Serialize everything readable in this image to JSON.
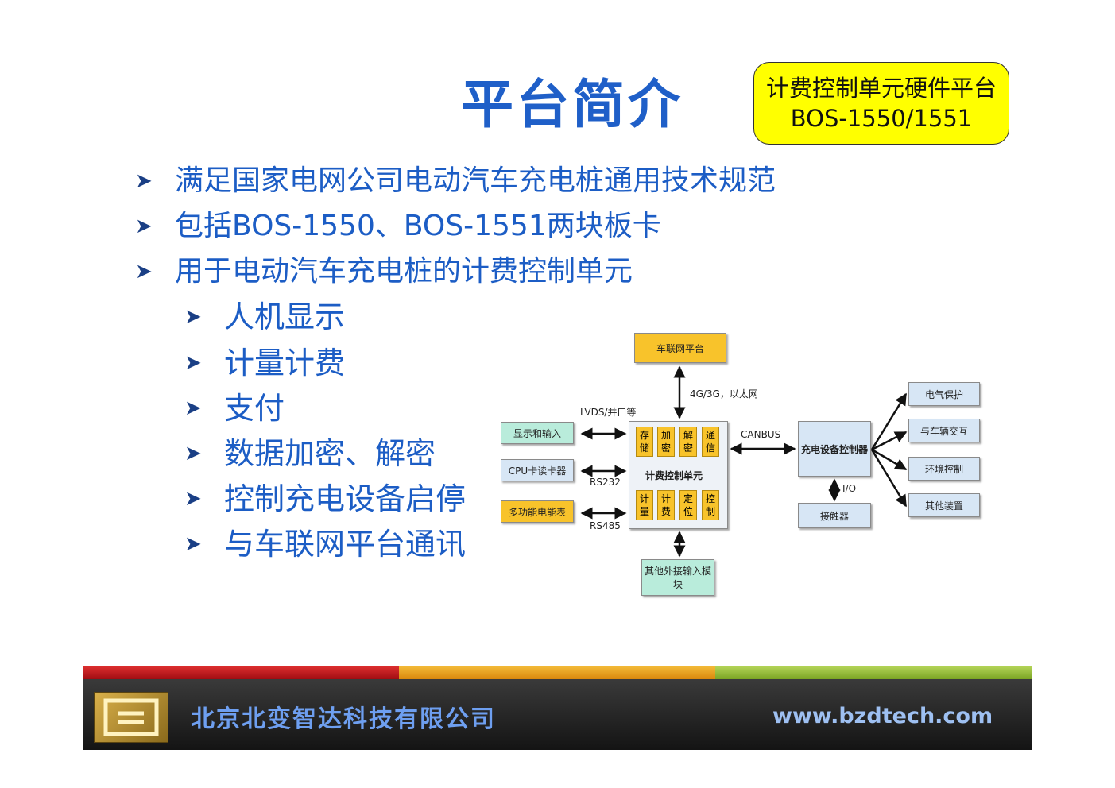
{
  "title": "平台简介",
  "badge": {
    "line1": "计费控制单元硬件平台",
    "line2": "BOS-1550/1551"
  },
  "bullets": [
    "满足国家电网公司电动汽车充电桩通用技术规范",
    "包括BOS-1550、BOS-1551两块板卡",
    "用于电动汽车充电桩的计费控制单元"
  ],
  "sub_bullets": [
    "人机显示",
    "计量计费",
    "支付",
    "数据加密、解密",
    "控制充电设备启停",
    "与车联网平台通讯"
  ],
  "arrow_glyph": "➤",
  "diagram": {
    "top_box": "车联网平台",
    "top_link": "4G/3G，以太网",
    "lvds_label": "LVDS/并口等",
    "left_boxes": [
      "显示和输入",
      "CPU卡读卡器",
      "多功能电能表"
    ],
    "left_links": [
      "RS232",
      "RS485"
    ],
    "center_title": "计费控制单元",
    "center_top_cells": [
      "存储",
      "加密",
      "解密",
      "通信"
    ],
    "center_bottom_cells": [
      "计量",
      "计费",
      "定位",
      "控制"
    ],
    "bottom_box": "其他外接输入模块",
    "canbus_label": "CANBUS",
    "right_box": "充电设备控制器",
    "io_label": "I/O",
    "contactor_box": "接触器",
    "far_right_boxes": [
      "电气保护",
      "与车辆交互",
      "环境控制",
      "其他装置"
    ]
  },
  "footer": {
    "company": "北京北变智达科技有限公司",
    "website": "www.bzdtech.com"
  },
  "colors": {
    "title": "#1f5fc8",
    "badge_bg": "#ffff00",
    "stripe_red": "#c0161c",
    "stripe_orange": "#e8a21a",
    "stripe_green": "#9cc23a"
  }
}
